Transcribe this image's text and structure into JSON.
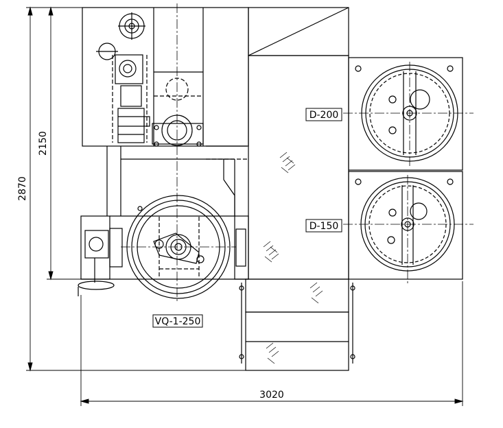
{
  "drawing": {
    "dimensions": {
      "overall_height": "2870",
      "upper_height": "2150",
      "overall_width": "3020"
    },
    "labels": {
      "top_rotor": "D-200",
      "lower_rotor": "D-150",
      "drum": "VQ-1-250"
    },
    "colors": {
      "line": "#000000",
      "background": "#ffffff"
    }
  }
}
